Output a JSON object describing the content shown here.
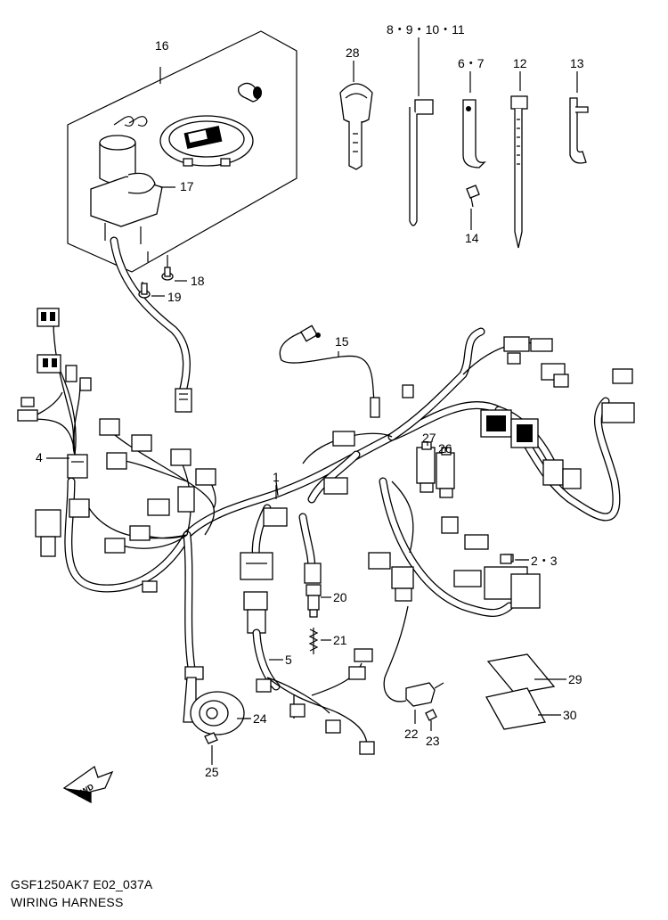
{
  "diagram": {
    "code": "GSF1250AK7 E02_037A",
    "title": "WIRING HARNESS",
    "direction_label": "FWD",
    "part_labels": {
      "p1": "1",
      "p2_3": "2・3",
      "p4": "4",
      "p5": "5",
      "p6_7": "6・7",
      "p8_11": "8・9・10・11",
      "p12": "12",
      "p13": "13",
      "p14": "14",
      "p15": "15",
      "p16": "16",
      "p17": "17",
      "p18": "18",
      "p19": "19",
      "p20": "20",
      "p21": "21",
      "p22": "22",
      "p23": "23",
      "p24": "24",
      "p25": "25",
      "p26": "26",
      "p27": "27",
      "p28": "28",
      "p29": "29",
      "p30": "30"
    }
  }
}
